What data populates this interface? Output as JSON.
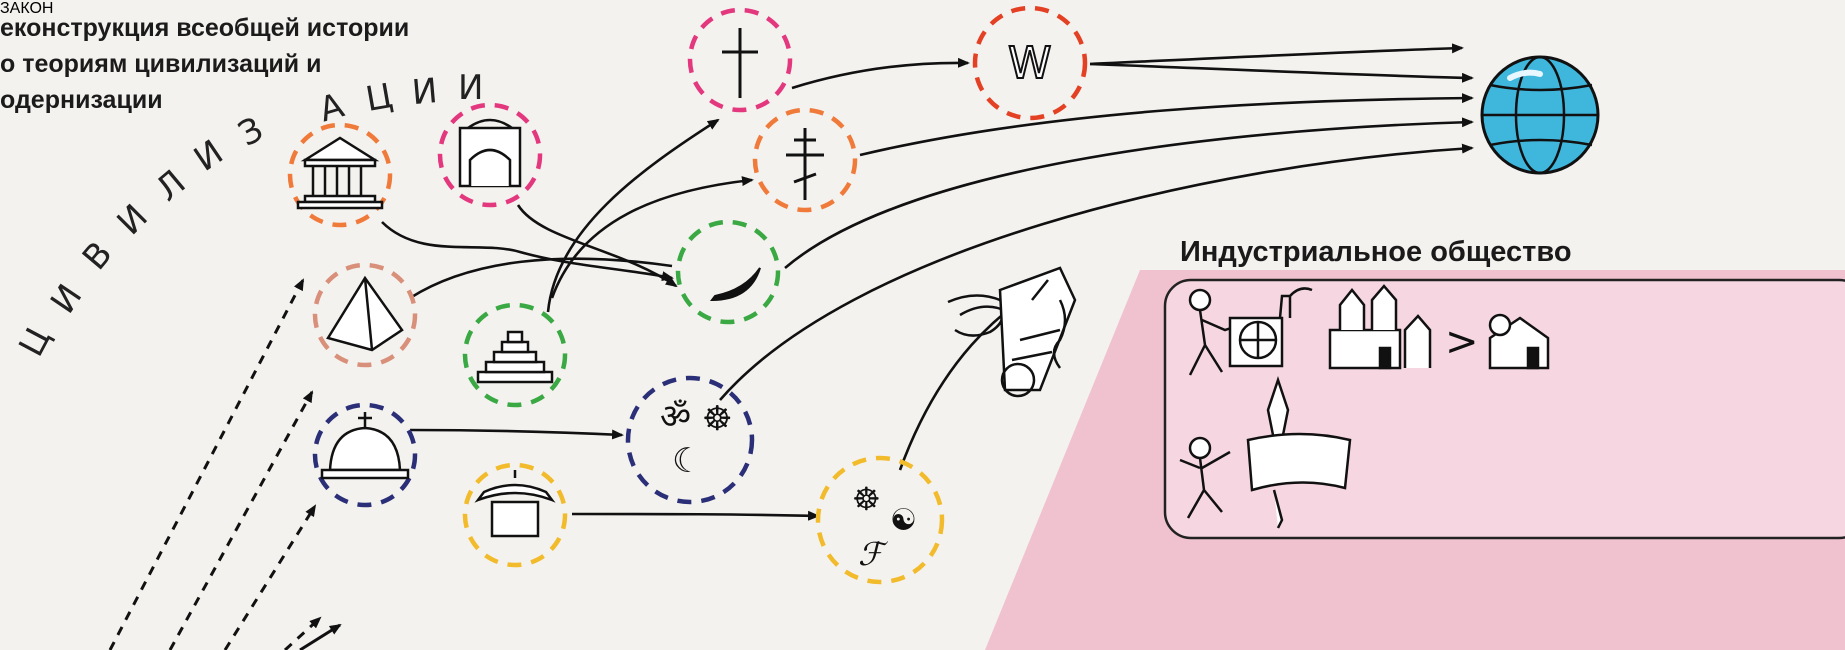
{
  "title": {
    "line1": "еконструкция всеобщей истории",
    "line2": "о теориям цивилизаций и",
    "line3": "одернизации"
  },
  "arc_label": {
    "letters": [
      "Ц",
      "И",
      "В",
      "И",
      "Л",
      "И",
      "З",
      "А",
      "Ц",
      "И",
      "И"
    ]
  },
  "panel": {
    "title": "Индустриальное общество",
    "law_scroll_text": "ЗАКОН"
  },
  "symbols": {
    "om": "ॐ",
    "yin_yang": "☯",
    "dharma_wheel": "☸",
    "crescent": "☾",
    "hieroglyph": "ℱ",
    "west": "W",
    "greater_than": ">"
  },
  "colors": {
    "background": "#f4f2ef",
    "panel_fill": "#f0c2d0",
    "panel_inner": "#f6d7e1",
    "globe": "#3fb7dd",
    "orange_dash": "#ef7a3a",
    "pink_dash": "#e3377e",
    "salmon_dash": "#d9907a",
    "green_dash": "#3aa843",
    "navy_dash": "#2b2f78",
    "yellow_dash": "#f2bb2c",
    "red_dash": "#e34024"
  }
}
